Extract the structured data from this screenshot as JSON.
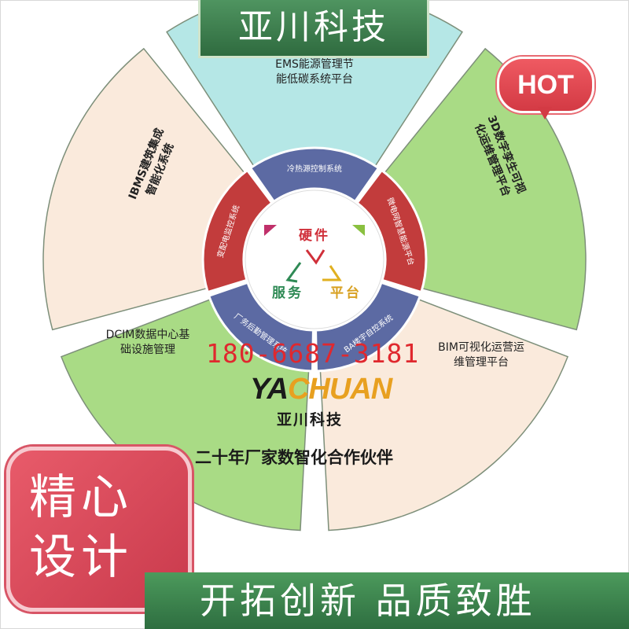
{
  "header": {
    "title": "亚川科技"
  },
  "hot_badge": {
    "label": "HOT"
  },
  "wheel": {
    "outer_segments": [
      {
        "id": "top",
        "label_lines": [
          "EMS能源管理节",
          "能低碳系统平台"
        ],
        "color": "#b5e7e6"
      },
      {
        "id": "upper-right",
        "label_lines": [
          "3D数字孪生可视",
          "化运维管理平台"
        ],
        "color": "#a9db85"
      },
      {
        "id": "lower-right",
        "label_lines": [
          "BIM可视化运营运",
          "维管理平台"
        ],
        "color": "#faeadc"
      },
      {
        "id": "lower-left",
        "label_lines": [
          "DCIM数据中心基",
          "础设施管理"
        ],
        "color": "#a9db85"
      },
      {
        "id": "upper-left",
        "label_lines": [
          "IBMS建筑集成",
          "智能化系统"
        ],
        "color": "#faeadc"
      }
    ],
    "inner_segments": [
      {
        "id": "top",
        "label": "冷热源控制系统",
        "color": "#5c6aa3"
      },
      {
        "id": "upper-right",
        "label": "微电网智慧能源平台",
        "color": "#c23c3c"
      },
      {
        "id": "lower-right",
        "label": "BA楼宇自控系统",
        "color": "#5c6aa3"
      },
      {
        "id": "lower-left",
        "label": "厂务后勤管理系统",
        "color": "#5c6aa3"
      },
      {
        "id": "upper-left",
        "label": "变配电监控系统",
        "color": "#c23c3c"
      }
    ],
    "center": {
      "top": "硬件",
      "left": "服务",
      "right": "平台"
    }
  },
  "contact": {
    "phone": "180-6687-3181"
  },
  "brand": {
    "logo_part1": "YA",
    "logo_part2": "CHUAN",
    "company": "亚川科技"
  },
  "tagline": "二十年厂家数智化合作伙伴",
  "left_badge": {
    "line1": "精心",
    "line2": "设计"
  },
  "footer": {
    "slogan": "开拓创新  品质致胜"
  },
  "colors": {
    "brand_green": "#2f6b3f",
    "accent_red": "#e0282e",
    "logo_orange": "#e8a020"
  }
}
